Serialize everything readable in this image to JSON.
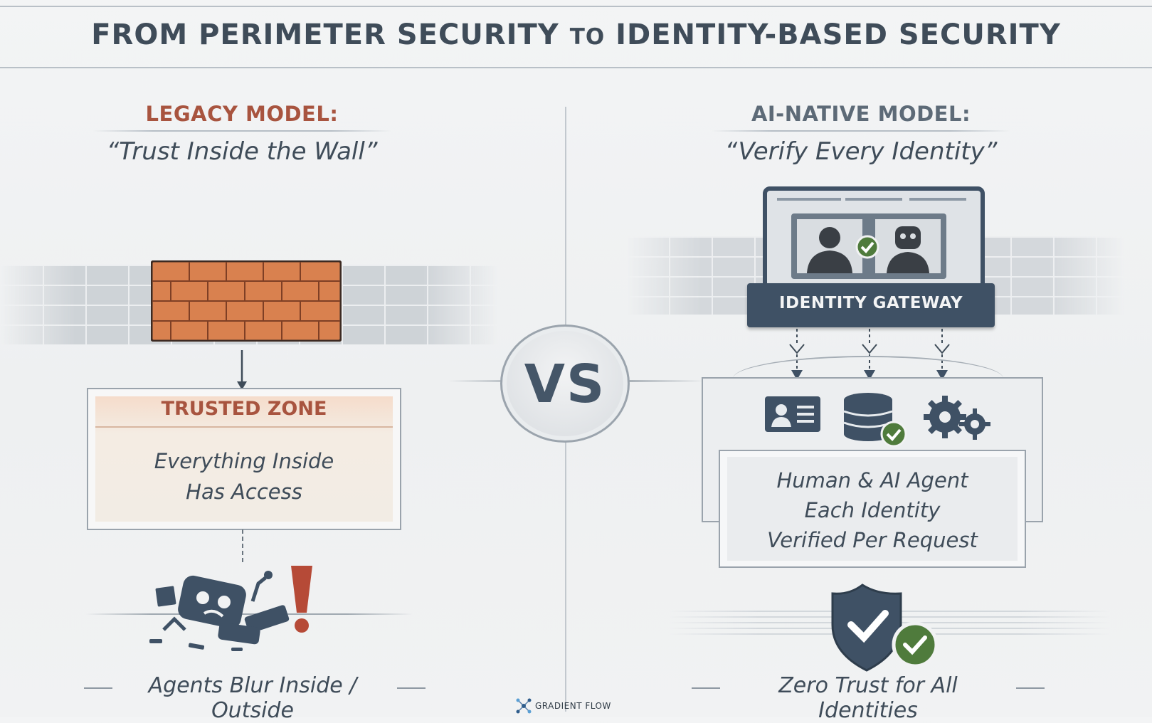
{
  "title": {
    "main": "FROM PERIMETER SECURITY",
    "connector": "TO",
    "rest": "IDENTITY-BASED SECURITY"
  },
  "left": {
    "heading": "LEGACY MODEL:",
    "quote": "“Trust Inside the Wall”",
    "zone_title": "TRUSTED ZONE",
    "zone_line1": "Everything Inside",
    "zone_line2": "Has Access",
    "footer": "Agents Blur Inside / Outside"
  },
  "vs": "VS",
  "right": {
    "heading": "AI-NATIVE MODEL:",
    "quote": "“Verify Every Identity”",
    "gateway_label": "IDENTITY GATEWAY",
    "verify_line1": "Human & AI Agent",
    "verify_line2": "Each Identity",
    "verify_line3": "Verified Per Request",
    "footer": "Zero Trust for All Identities"
  },
  "brand": "GRADIENT FLOW",
  "colors": {
    "legacy_accent": "#a8543f",
    "brick": "#d9814f",
    "navy": "#3f5165",
    "check_green": "#4f7b3c",
    "alert_red": "#b64a37"
  },
  "icons": [
    "brick-wall-icon",
    "down-arrow-icon",
    "broken-robot-icon",
    "exclamation-icon",
    "human-icon",
    "robot-icon",
    "id-card-icon",
    "database-icon",
    "gears-icon",
    "shield-check-icon",
    "checkmark-icon",
    "brand-logo-icon"
  ]
}
